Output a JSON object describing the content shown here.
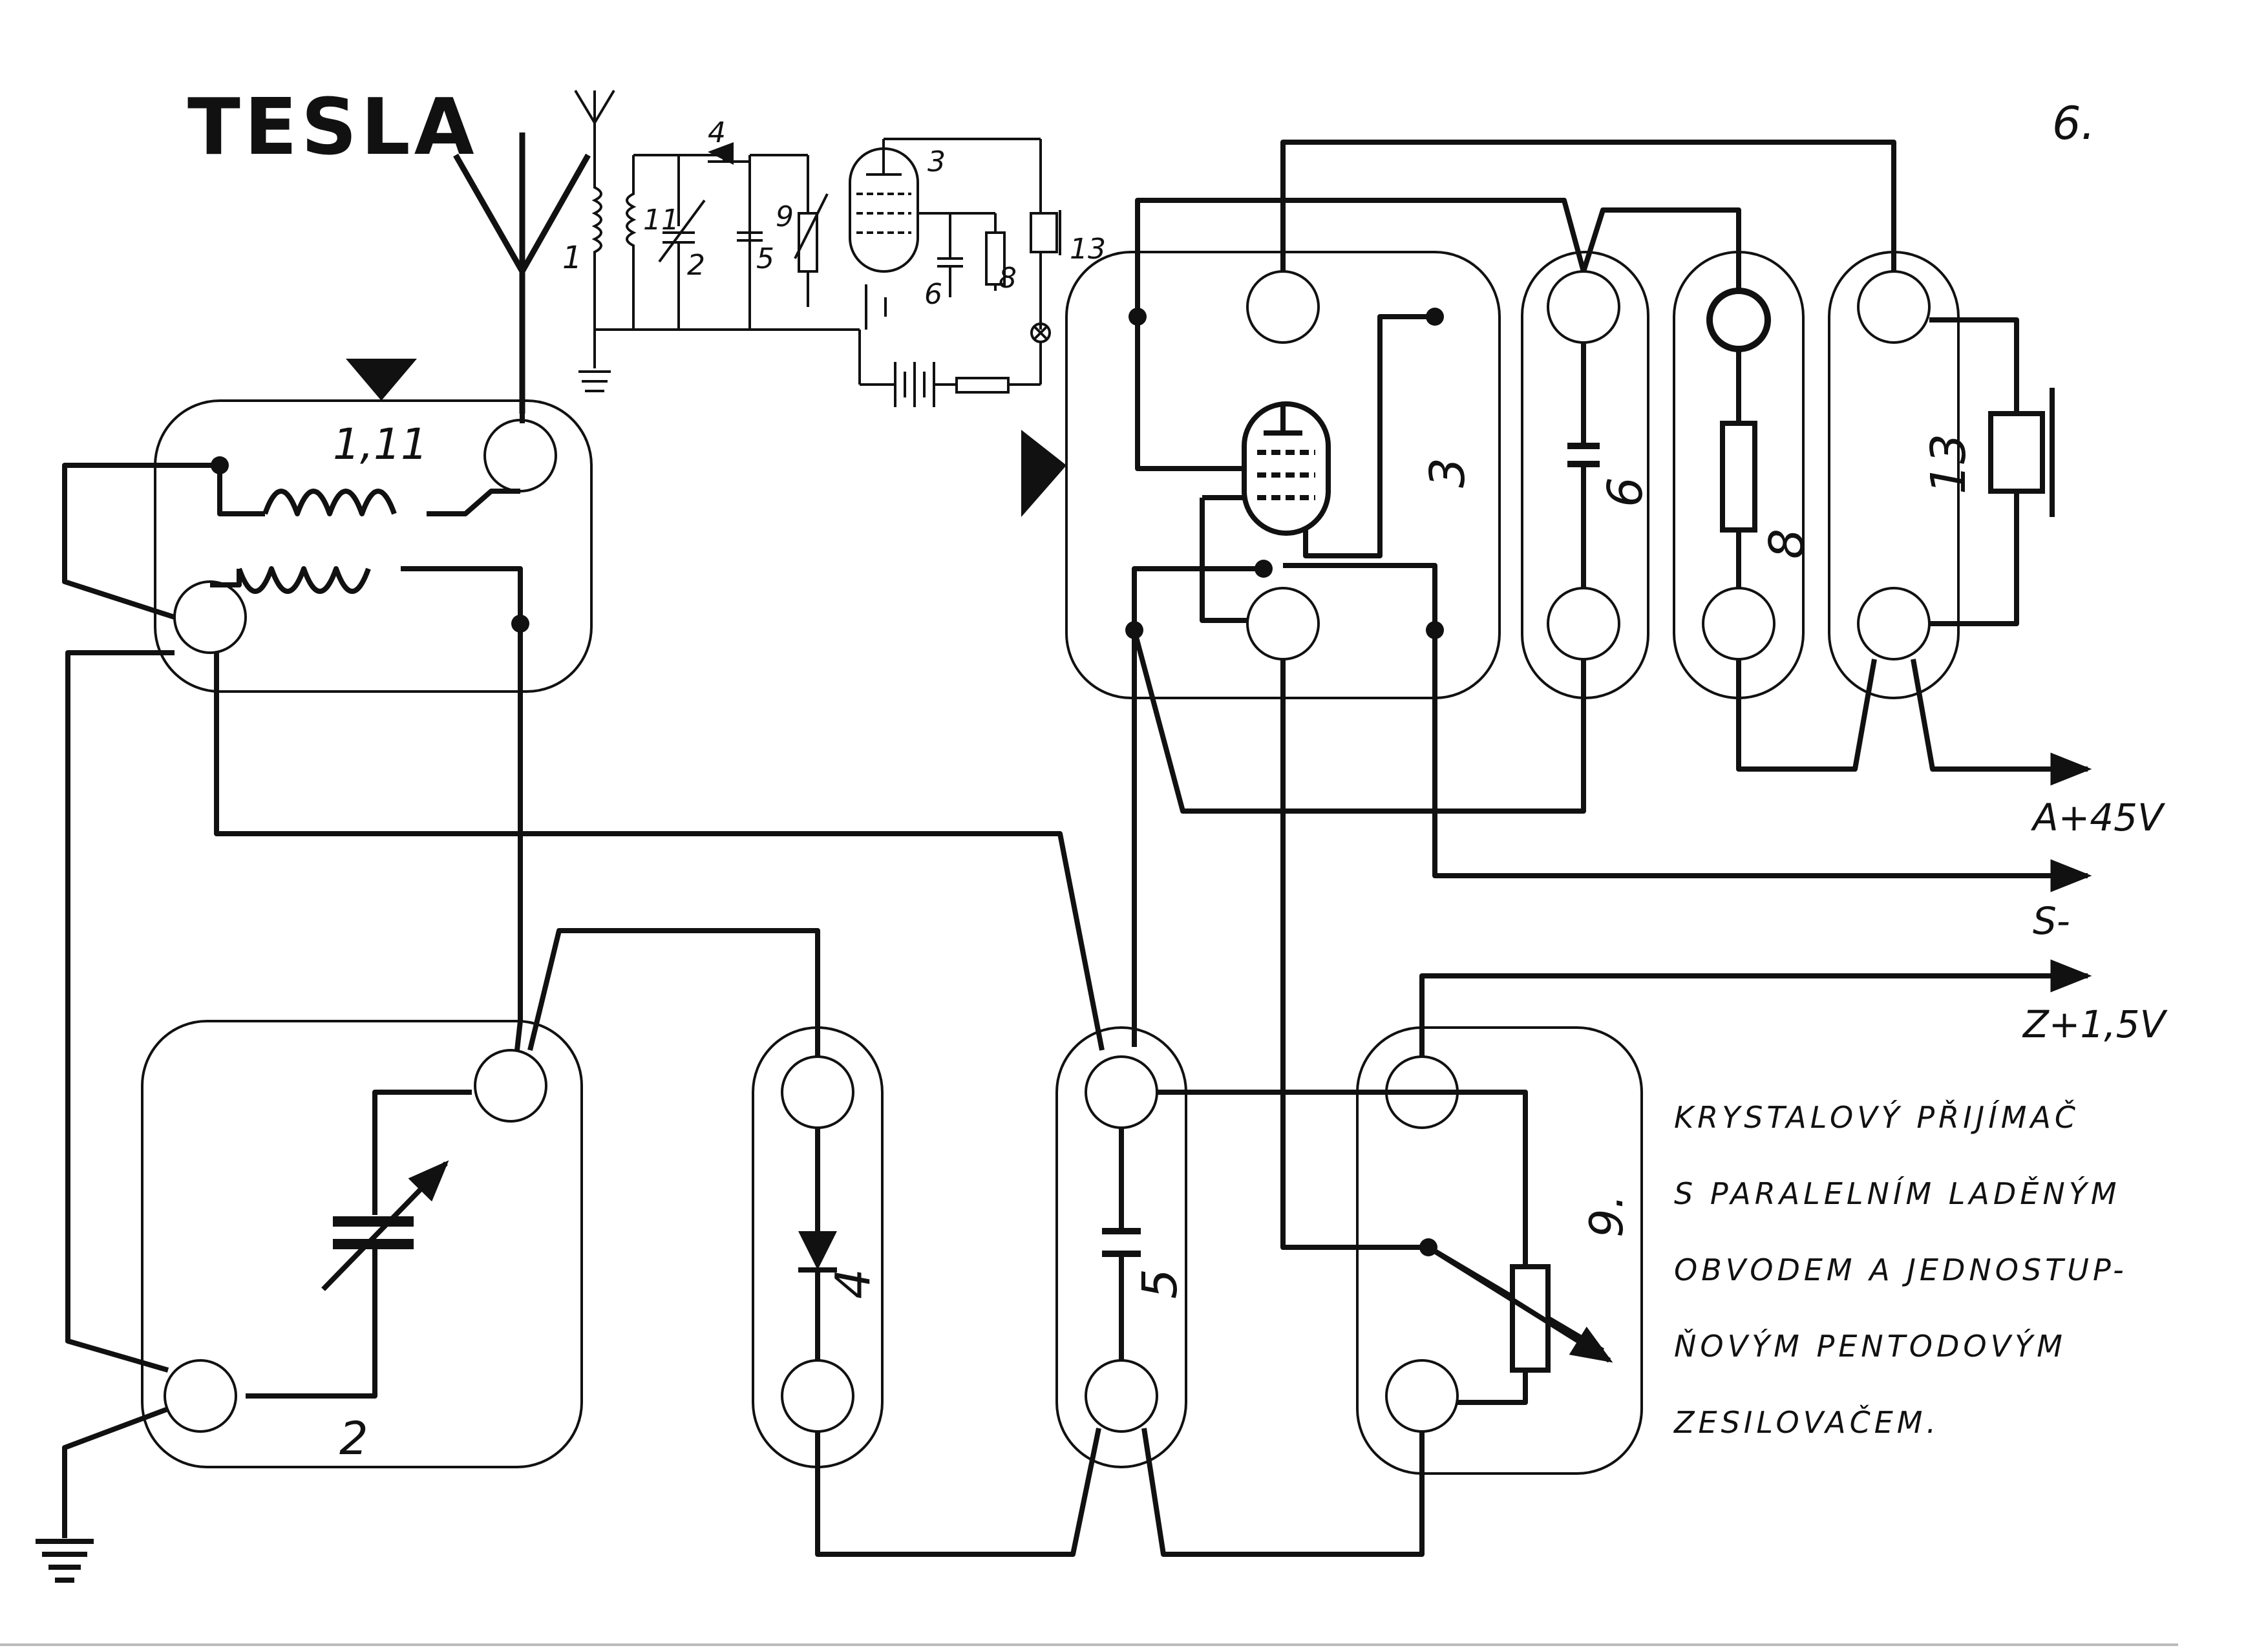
{
  "header": {
    "logo": "TESLA",
    "sheet_number": "6."
  },
  "schematic_labels": {
    "coil": "1",
    "coil_secondary": "11",
    "capacitor_tuning": "2",
    "transistor_tube": "3",
    "diode": "4",
    "cap_5": "5",
    "cap_6": "6",
    "res_8": "8",
    "pot_9": "9",
    "phone_13": "13"
  },
  "panel_labels": {
    "coil_panel": "1,11",
    "tube_panel": "3",
    "cap6_panel": "6",
    "res8_panel": "8",
    "phones_panel": "13",
    "tuning_panel": "2",
    "diode_panel": "4",
    "cap5_panel": "5",
    "pot_panel": "9."
  },
  "terminals": {
    "anode": "A+45V",
    "screen": "S-",
    "heater": "Z+1,5V"
  },
  "description": {
    "lines": [
      "KRYSTALOVÝ PŘIJÍMAČ",
      "S PARALELNÍM LADĚNÝM",
      "OBVODEM A JEDNOSTUP-",
      "ŇOVÝM PENTODOVÝM",
      "ZESILOVAČEM."
    ]
  },
  "colors": {
    "ink": "#111111",
    "paper": "#ffffff"
  }
}
